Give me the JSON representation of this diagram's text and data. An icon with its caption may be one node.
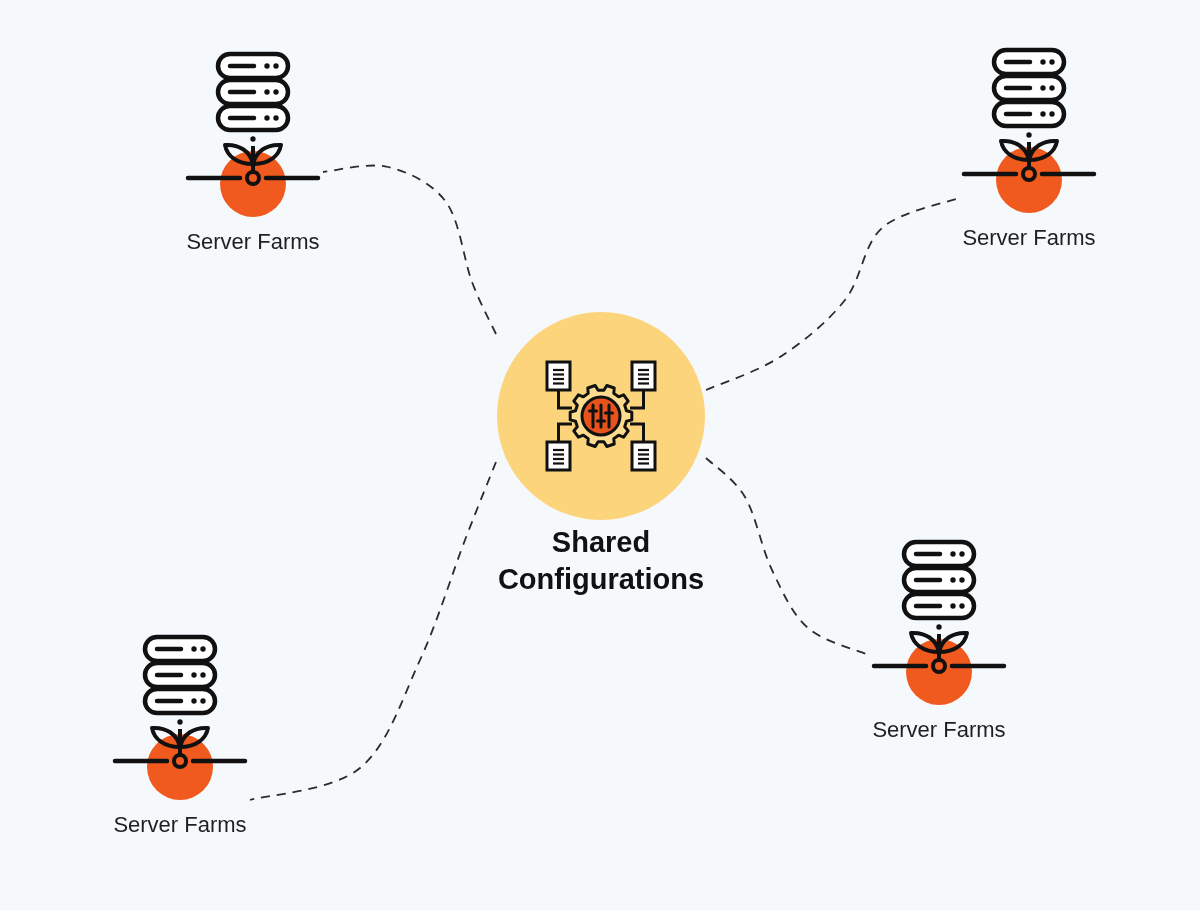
{
  "diagram": {
    "nodes": [
      {
        "text": [
          "Server Farms"
        ]
      },
      {
        "text": [
          "Server Farms"
        ]
      },
      {
        "text": [
          "Shared Configurations"
        ]
      },
      {
        "text": [
          "Server Farms"
        ]
      },
      {
        "text": [
          "Server Farms"
        ]
      }
    ],
    "edges": [
      {
        "from": 2,
        "to": 0,
        "arrow": "none",
        "style": "dashed"
      },
      {
        "from": 2,
        "to": 1,
        "arrow": "none",
        "style": "dashed"
      },
      {
        "from": 2,
        "to": 3,
        "arrow": "none",
        "style": "dashed"
      },
      {
        "from": 2,
        "to": 4,
        "arrow": "none",
        "style": "dashed"
      }
    ]
  }
}
